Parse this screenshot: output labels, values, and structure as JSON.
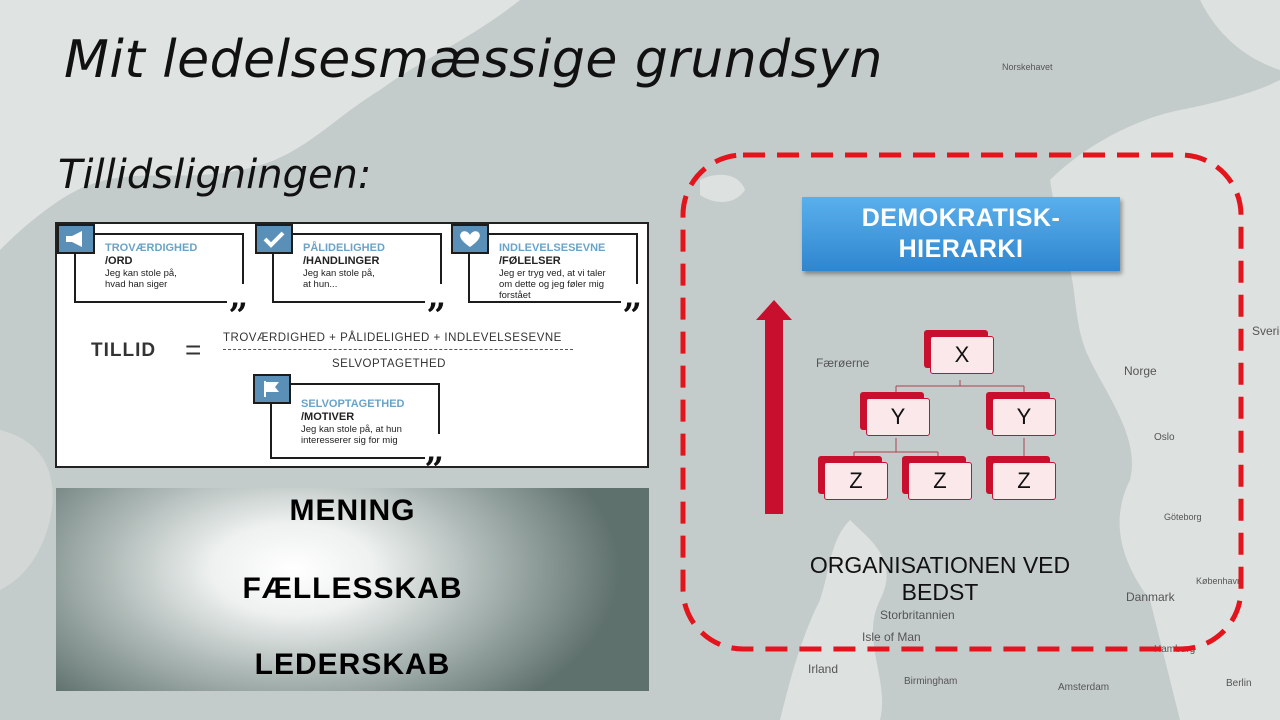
{
  "slide": {
    "title": "Mit ledelsesmæssige grundsyn",
    "subtitle": "Tillidsligningen:"
  },
  "trust_equation": {
    "cards": [
      {
        "heading": "TROVÆRDIGHED",
        "sub": "/ORD",
        "desc": [
          "Jeg kan stole på,",
          "hvad han siger"
        ],
        "icon": "megaphone-icon"
      },
      {
        "heading": "PÅLIDELIGHED",
        "sub": "/HANDLINGER",
        "desc": [
          "Jeg kan stole på,",
          "at hun..."
        ],
        "icon": "checkmark-icon"
      },
      {
        "heading": "INDLEVELSESEVNE",
        "sub": "/FØLELSER",
        "desc": [
          "Jeg er tryg ved, at vi taler",
          "om dette og jeg føler mig",
          "forstået"
        ],
        "icon": "heart-icon"
      },
      {
        "heading": "SELVOPTAGETHED",
        "sub": "/MOTIVER",
        "desc": [
          "Jeg kan stole på, at hun",
          "interesserer sig for mig"
        ],
        "icon": "flag-icon"
      }
    ],
    "lhs": "TILLID",
    "equals": "=",
    "numerator": "TROVÆRDIGHED + PÅLIDELIGHED + INDLEVELSESEVNE",
    "denominator": "SELVOPTAGETHED",
    "quote_mark": "„"
  },
  "values": [
    "MENING",
    "FÆLLESSKAB",
    "LEDERSKAB"
  ],
  "org": {
    "button_line1": "DEMOKRATISK-",
    "button_line2": "HIERARKI",
    "caption_line1": "ORGANISATIONEN VED",
    "caption_line2": "BEDST",
    "nodes": {
      "top": "X",
      "mid_left": "Y",
      "mid_right": "Y",
      "bottom_1": "Z",
      "bottom_2": "Z",
      "bottom_3": "Z"
    },
    "arrow_color": "#c8102e",
    "dash_color": "#e3141b"
  },
  "map_labels": [
    "Norskehavet",
    "Færøerne",
    "Norge",
    "Sverige",
    "Oslo",
    "Göteborg",
    "Danmark",
    "København",
    "Storbritannien",
    "Isle of Man",
    "Irland",
    "Birmingham",
    "Amsterdam",
    "Berlin",
    "Hamburg"
  ]
}
